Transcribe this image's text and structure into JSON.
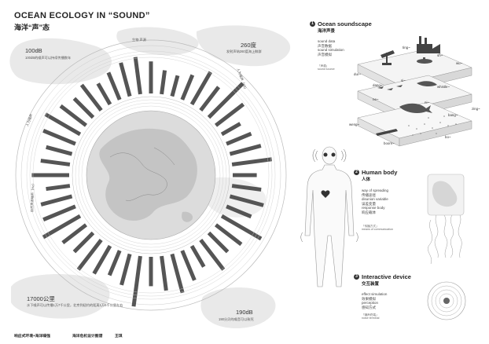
{
  "header": {
    "title": "OCEAN ECOLOGY IN “SOUND”",
    "subtitle": "海洋“声”态"
  },
  "dial": {
    "ring_labels": {
      "top": "生物 声源",
      "right": "人为噪声（dB）",
      "left_top": "人为噪声",
      "left": "自然声源噪声（Hz）"
    },
    "bar_values": [
      12,
      9,
      8,
      10,
      14,
      11,
      18,
      13,
      8,
      10,
      12,
      15,
      9,
      11,
      13,
      10,
      17,
      12,
      10,
      14,
      9,
      12,
      15,
      13,
      11,
      19,
      12,
      10,
      12,
      14,
      10,
      11,
      16,
      13,
      12,
      9,
      14,
      11,
      10,
      13,
      15,
      12,
      10,
      12,
      9,
      11,
      13,
      14
    ]
  },
  "callouts": {
    "c100": {
      "value": "100dB",
      "desc": "100dB的噪声可以持续传播数年"
    },
    "c260": {
      "value": "260度",
      "desc": "发射声呐260度海上鲸群"
    },
    "c17000": {
      "value": "17000公里",
      "desc": "水下噪声可以传播1万7千公里，北京到纽约的距离1万5千公里左右"
    },
    "c190": {
      "value": "190dB",
      "desc": "190分贝的噪音可以致死"
    }
  },
  "sections": [
    {
      "number": "1",
      "title": "Ocean soundscape",
      "title_zh": "海洋声景",
      "items": [
        "sound data",
        "声音数据",
        "sound simulation",
        "声音模拟"
      ],
      "tag": "「声源」",
      "tag_en": "sound source"
    },
    {
      "number": "2",
      "title": "Human body",
      "title_zh": "人体",
      "items": [
        "way of spreading",
        "传播途径",
        "disunion variable",
        "误差变量",
        "response body",
        "响应载体"
      ],
      "tag": "「传播方式」",
      "tag_en": "means of communication"
    },
    {
      "number": "3",
      "title": "Interactive device",
      "title_zh": "交互装置",
      "items": [
        "effect simulation",
        "效果模拟",
        "perception",
        "感知方式"
      ],
      "tag": "「噪声终端」",
      "tag_en": "noise terminal"
    }
  ],
  "sound_words": [
    "ting~",
    "sh~",
    "wu~",
    "dur~",
    "dang~",
    "si~",
    "whistle~",
    "zing~",
    "ne~",
    "ni~",
    "weng~",
    "bang~",
    "boom~",
    "bo~"
  ],
  "footer": {
    "left": "响应式环境+海洋噪强",
    "mid": "海洋危机设计图谱",
    "author": "王琪"
  },
  "colors": {
    "bar": "#555555",
    "ring": "#bbbbbb",
    "blob": "#e8e8e8",
    "map": "#d8d8d8"
  }
}
